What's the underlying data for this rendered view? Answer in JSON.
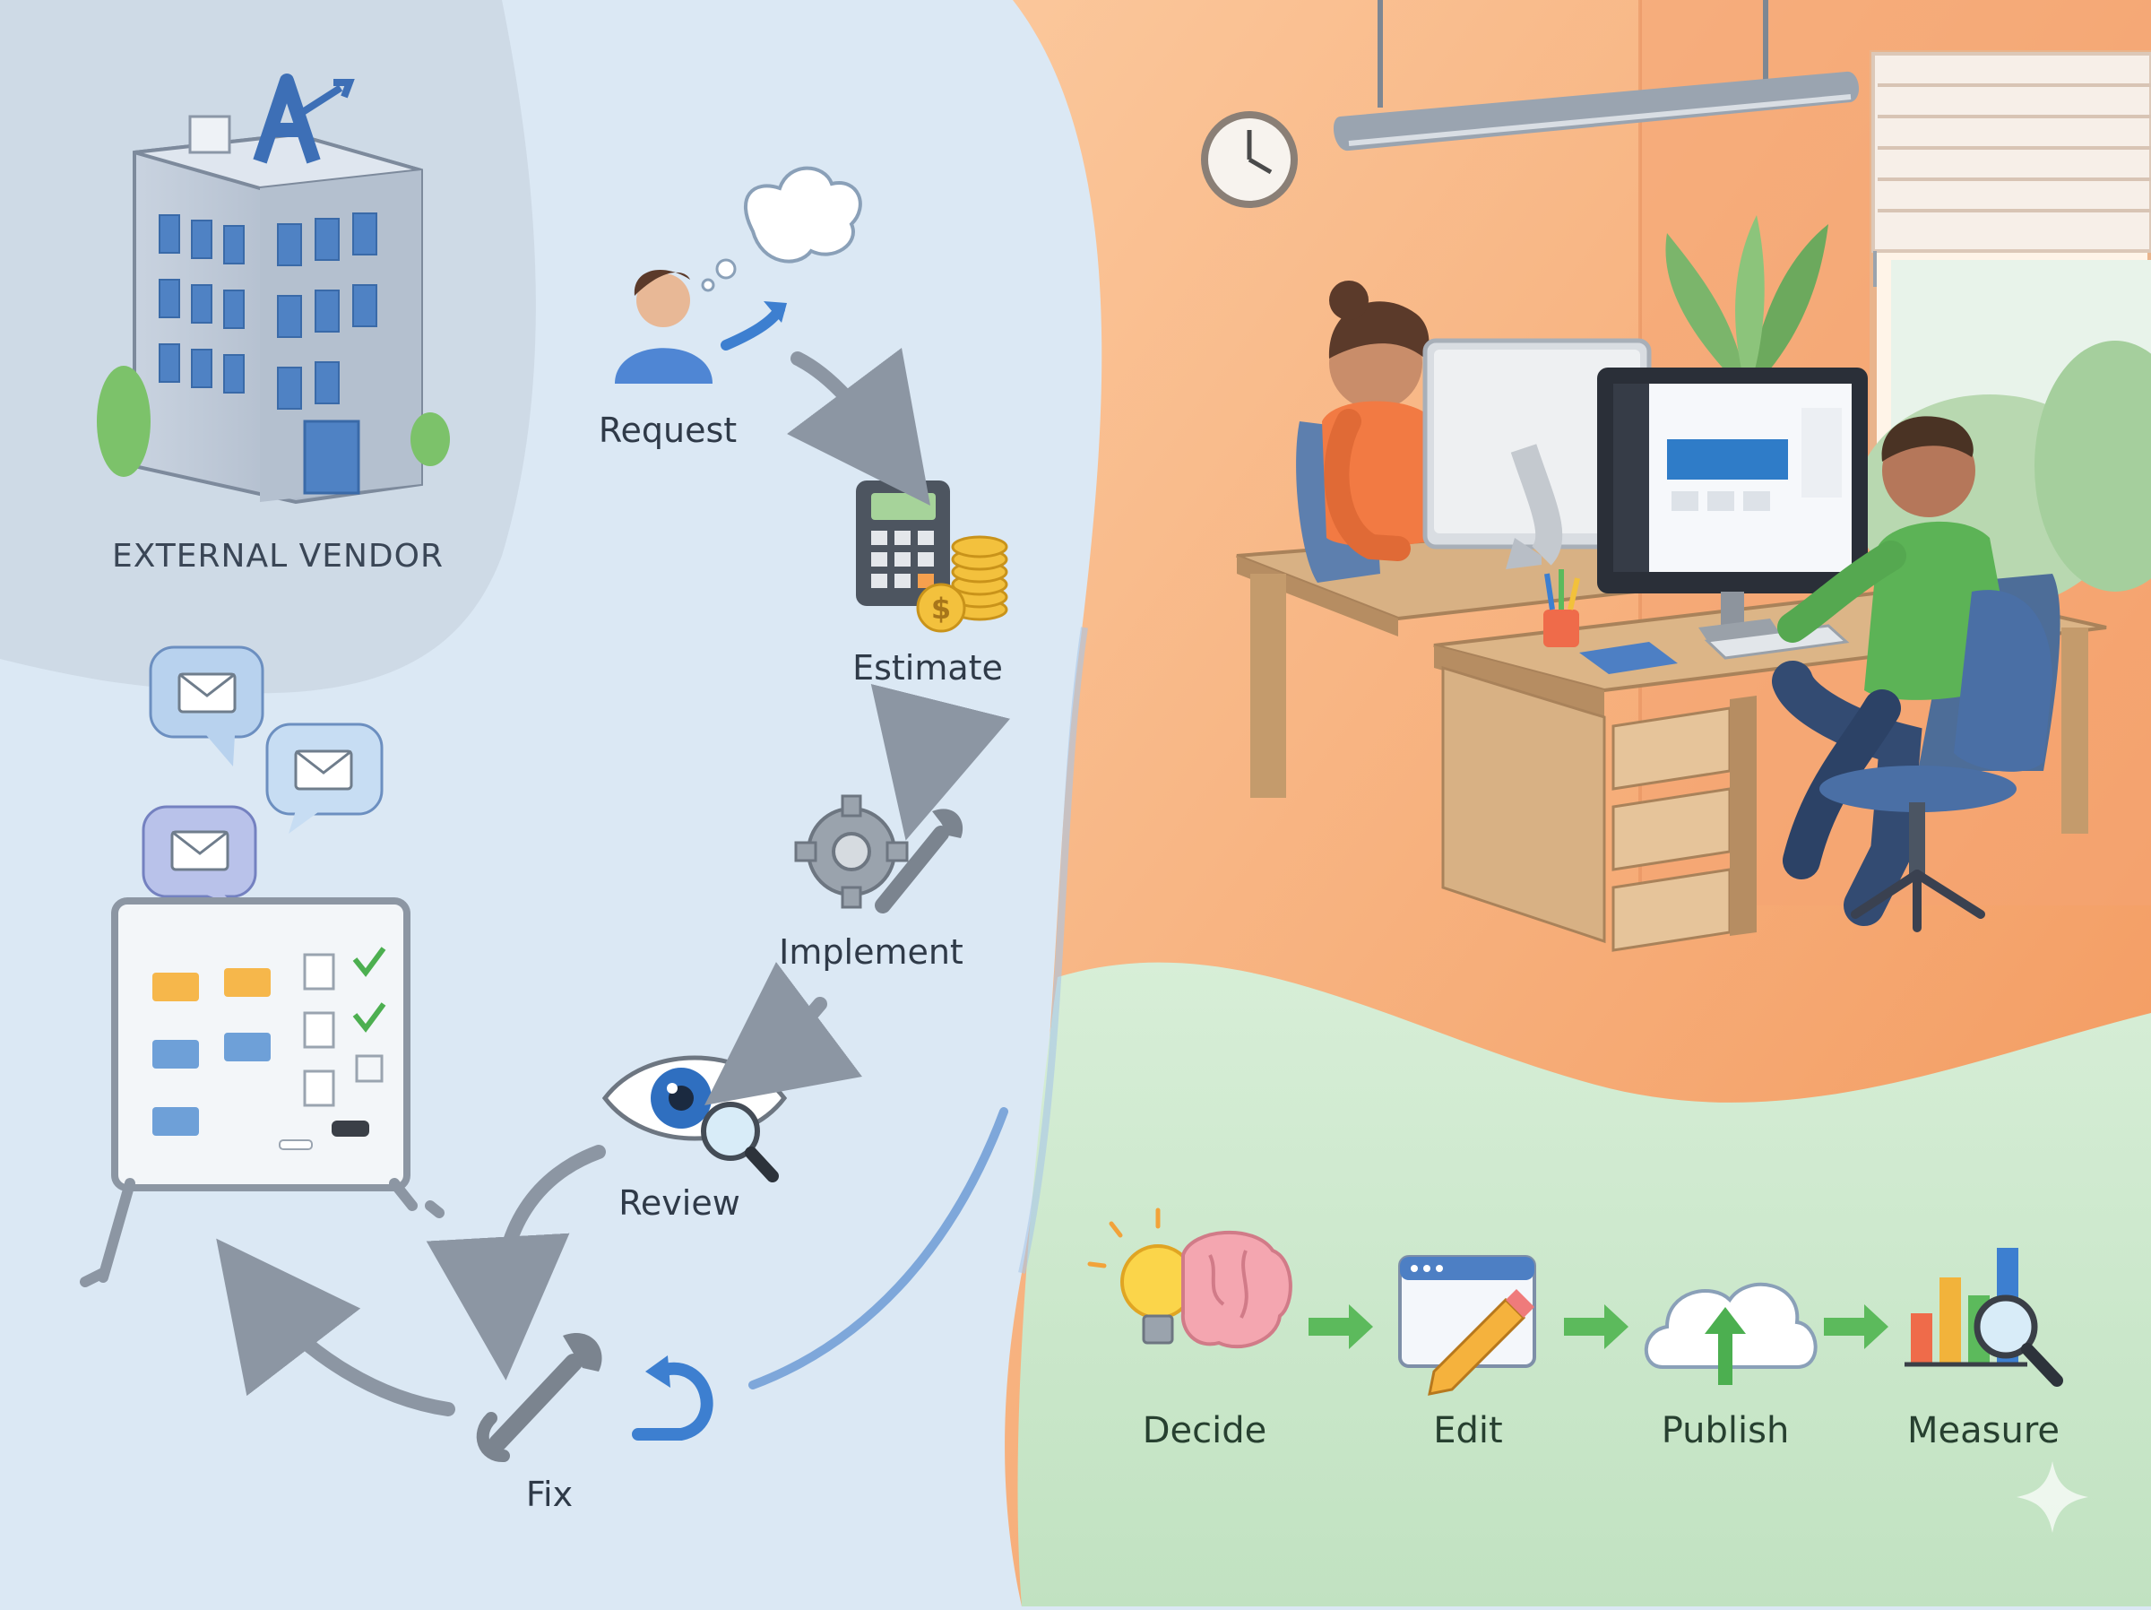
{
  "left_panel": {
    "vendor_label": "EXTERNAL VENDOR",
    "cycle_steps": [
      {
        "label": "Request",
        "icon": "person-with-thought-icon"
      },
      {
        "label": "Estimate",
        "icon": "calculator-coins-icon"
      },
      {
        "label": "Implement",
        "icon": "gear-wrench-icon"
      },
      {
        "label": "Review",
        "icon": "eye-magnifier-icon"
      },
      {
        "label": "Fix",
        "icon": "wrench-icon"
      }
    ],
    "side_icons": [
      "building-icon",
      "message-bubbles-icon",
      "task-whiteboard-icon"
    ]
  },
  "right_panel": {
    "scene": "two-people-at-desks-office-illustration",
    "flow_steps": [
      {
        "label": "Decide",
        "icon": "lightbulb-brain-icon"
      },
      {
        "label": "Edit",
        "icon": "browser-pencil-icon"
      },
      {
        "label": "Publish",
        "icon": "cloud-upload-icon"
      },
      {
        "label": "Measure",
        "icon": "bar-chart-magnifier-icon"
      }
    ]
  },
  "colors": {
    "left_bg": "#dbe8f4",
    "orange_bg": "#f6a76f",
    "green_bg": "#cfe9cf",
    "arrow_gray": "#8c96a3",
    "flow_arrow_green": "#5cba5c",
    "accent_blue": "#3d7fd0"
  }
}
